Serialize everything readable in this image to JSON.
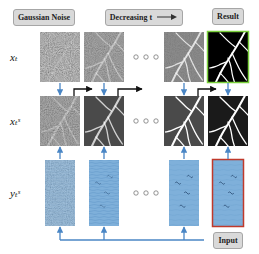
{
  "diagram": {
    "nodes": [
      {
        "text": [
          "Gaussian Noise"
        ]
      },
      {
        "text": [
          "Decreasing t"
        ]
      },
      {
        "text": [
          "Result"
        ]
      },
      {
        "text": [
          "Input"
        ]
      }
    ],
    "labels": [
      "xₜ",
      "xₜˢ",
      "yₜˢ"
    ]
  }
}
